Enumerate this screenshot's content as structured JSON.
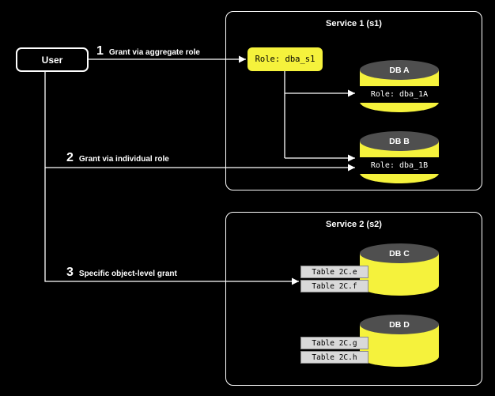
{
  "diagram": {
    "user": {
      "label": "User"
    },
    "arrows": [
      {
        "num": "1",
        "label": "Grant via aggregate role"
      },
      {
        "num": "2",
        "label": "Grant via individual role"
      },
      {
        "num": "3",
        "label": "Specific object-level grant"
      }
    ],
    "service1": {
      "title": "Service 1 (s1)",
      "aggregate_role": "Role: dba_s1",
      "dbs": [
        {
          "name": "DB A",
          "role": "Role: dba_1A"
        },
        {
          "name": "DB B",
          "role": "Role: dba_1B"
        }
      ]
    },
    "service2": {
      "title": "Service 2 (s2)",
      "dbs": [
        {
          "name": "DB C",
          "tables": [
            "Table 2C.e",
            "Table 2C.f"
          ]
        },
        {
          "name": "DB D",
          "tables": [
            "Table 2C.g",
            "Table 2C.h"
          ]
        }
      ]
    },
    "colors": {
      "background": "#000000",
      "yellow": "#f5f23c",
      "cylinder_top_gray": "#4f4f4f",
      "table_gray": "#d9d9d9",
      "line_white": "#ffffff"
    }
  }
}
